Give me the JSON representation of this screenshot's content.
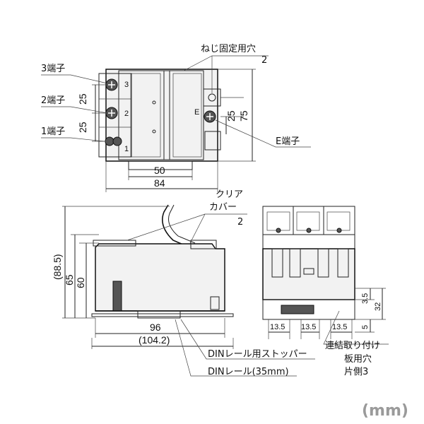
{
  "labels": {
    "terminal_3": "3端子",
    "terminal_2": "2端子",
    "terminal_1": "1端子",
    "screw_hole": "ねじ固定用穴",
    "screw_hole_count": "2",
    "e_terminal": "E端子",
    "clear_cover": "クリア",
    "clear_cover_2": "カバー",
    "clear_cover_count": "2",
    "din_stopper": "DINレール用ストッパー",
    "din_rail": "DINレール(35mm)",
    "link_mount": "連結取り付け",
    "plate_hole": "板用穴",
    "plate_hole_2": "片側3",
    "unit": "(mm)"
  },
  "dims": {
    "top_25_a": "25",
    "top_25_b": "25",
    "top_25_e": "25",
    "top_75": "75",
    "top_50": "50",
    "top_84": "84",
    "side_885": "(88.5)",
    "side_65": "65",
    "side_60": "60",
    "side_96": "96",
    "side_1042": "(104.2)",
    "front_135_a": "13.5",
    "front_135_b": "13.5",
    "front_135_c": "13.5",
    "front_35": "3.5",
    "front_5": "5",
    "front_32": "32"
  },
  "device_marks": {
    "t3": "3",
    "t2": "2",
    "t1": "1",
    "te": "E"
  }
}
